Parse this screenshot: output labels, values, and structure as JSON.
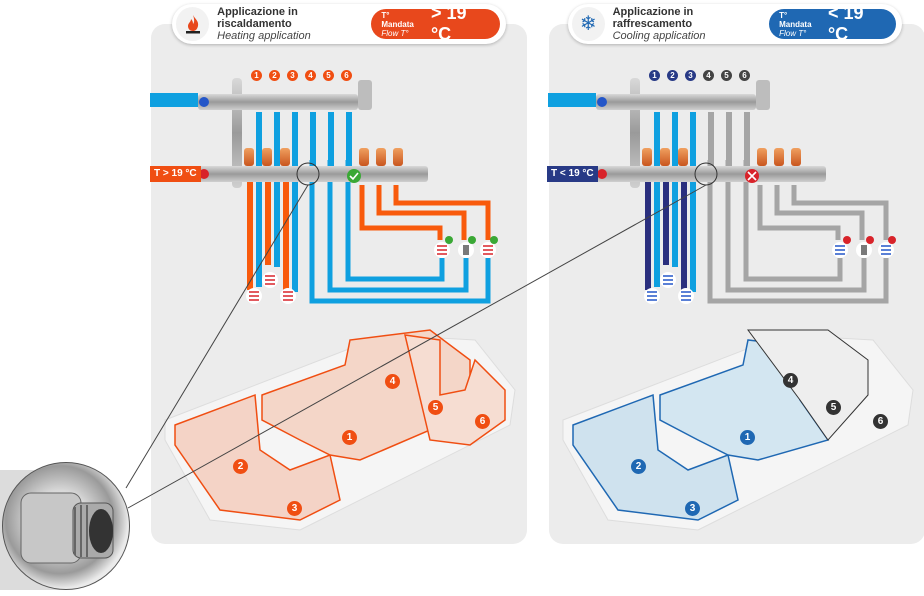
{
  "heating": {
    "title_it": "Applicazione in riscaldamento",
    "title_en": "Heating application",
    "icon": "flame-icon",
    "badge_label_it": "T° Mandata",
    "badge_label_en": "Flow T°",
    "badge_value": "> 19 °C",
    "inlet_label": "T > 19 °C",
    "circuits": [
      "1",
      "2",
      "3",
      "4",
      "5",
      "6"
    ],
    "active_circuits": [
      "1",
      "2",
      "3",
      "4",
      "5",
      "6"
    ],
    "valve_status": "check",
    "emitter_status": "check",
    "rooms": [
      "1",
      "2",
      "3",
      "4",
      "5",
      "6"
    ],
    "accent": "#f04e12"
  },
  "cooling": {
    "title_it": "Applicazione in raffrescamento",
    "title_en": "Cooling application",
    "icon": "snowflake-icon",
    "badge_label_it": "T° Mandata",
    "badge_label_en": "Flow T°",
    "badge_value": "< 19 °C",
    "inlet_label": "T < 19 °C",
    "circuits": [
      "1",
      "2",
      "3",
      "4",
      "5",
      "6"
    ],
    "active_circuits": [
      "1",
      "2",
      "3"
    ],
    "valve_status": "closed",
    "emitter_status": "closed",
    "rooms": [
      "1",
      "2",
      "3",
      "4",
      "5",
      "6"
    ],
    "accent": "#1f68b3"
  },
  "colors": {
    "hot": "#f85a0c",
    "return": "#0fa0e0",
    "cold_flow": "#2a2f7e",
    "inactive": "#a5a5a5",
    "ok": "#3aa835",
    "off": "#d8232a"
  },
  "detail": {
    "icon": "threaded-fitting-icon"
  }
}
